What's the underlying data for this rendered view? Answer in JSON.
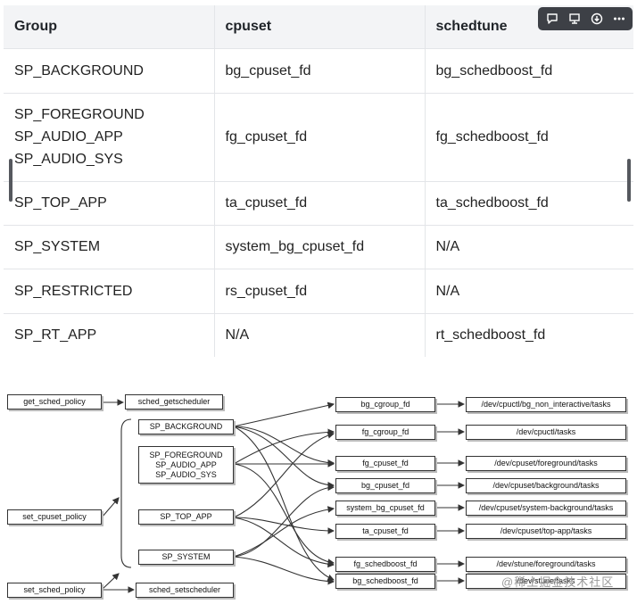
{
  "toolbar": {
    "buttons": [
      {
        "icon": "comment-icon"
      },
      {
        "icon": "present-icon"
      },
      {
        "icon": "download-icon"
      },
      {
        "icon": "more-icon"
      }
    ]
  },
  "table": {
    "headers": [
      "Group",
      "cpuset",
      "schedtune"
    ],
    "rows": [
      {
        "group": [
          "SP_BACKGROUND"
        ],
        "cpuset": "bg_cpuset_fd",
        "schedtune": "bg_schedboost_fd"
      },
      {
        "group": [
          "SP_FOREGROUND",
          "SP_AUDIO_APP",
          "SP_AUDIO_SYS"
        ],
        "cpuset": "fg_cpuset_fd",
        "schedtune": "fg_schedboost_fd"
      },
      {
        "group": [
          "SP_TOP_APP"
        ],
        "cpuset": "ta_cpuset_fd",
        "schedtune": "ta_schedboost_fd"
      },
      {
        "group": [
          "SP_SYSTEM"
        ],
        "cpuset": "system_bg_cpuset_fd",
        "schedtune": "N/A"
      },
      {
        "group": [
          "SP_RESTRICTED"
        ],
        "cpuset": "rs_cpuset_fd",
        "schedtune": "N/A"
      },
      {
        "group": [
          "SP_RT_APP"
        ],
        "cpuset": "N/A",
        "schedtune": "rt_schedboost_fd"
      }
    ]
  },
  "diagram": {
    "functions": {
      "get_sched_policy": "get_sched_policy",
      "sched_getscheduler": "sched_getscheduler",
      "set_cpuset_policy": "set_cpuset_policy",
      "set_sched_policy": "set_sched_policy",
      "sched_setscheduler": "sched_setscheduler"
    },
    "groups": {
      "background": "SP_BACKGROUND",
      "foreground": [
        "SP_FOREGROUND",
        "SP_AUDIO_APP",
        "SP_AUDIO_SYS"
      ],
      "top_app": "SP_TOP_APP",
      "system": "SP_SYSTEM"
    },
    "fds": {
      "bg_cgroup_fd": "bg_cgroup_fd",
      "fg_cgroup_fd": "fg_cgroup_fd",
      "fg_cpuset_fd": "fg_cpuset_fd",
      "bg_cpuset_fd": "bg_cpuset_fd",
      "system_bg_cpuset_fd": "system_bg_cpuset_fd",
      "ta_cpuset_fd": "ta_cpuset_fd",
      "fg_schedboost_fd": "fg_schedboost_fd",
      "bg_schedboost_fd": "bg_schedboost_fd"
    },
    "paths": {
      "bg_cgroup": "/dev/cpuctl/bg_non_interactive/tasks",
      "fg_cgroup": "/dev/cpuctl/tasks",
      "fg_cpuset": "/dev/cpuset/foreground/tasks",
      "bg_cpuset": "/dev/cpuset/background/tasks",
      "sys_bg_cpuset": "/dev/cpuset/system-background/tasks",
      "ta_cpuset": "/dev/cpuset/top-app/tasks",
      "fg_stune": "/dev/stune/foreground/tasks",
      "bg_stune": "/dev/stune/tasks"
    },
    "watermark": "@稀土掘金技术社区"
  }
}
